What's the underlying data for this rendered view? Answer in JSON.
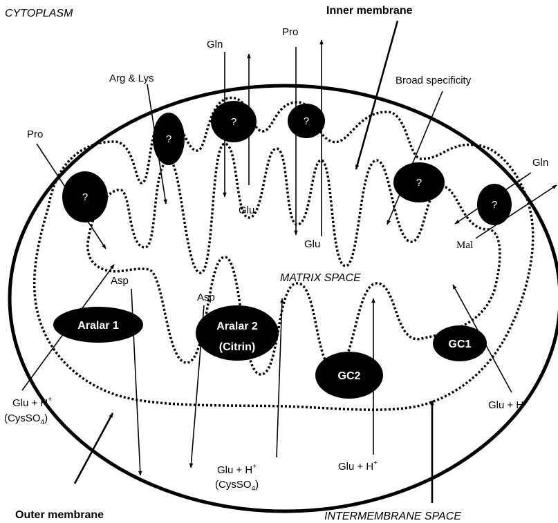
{
  "regions": {
    "cytoplasm": "CYTOPLASM",
    "matrix": "MATRIX SPACE",
    "intermembrane": "INTERMEMBRANE SPACE"
  },
  "membranes": {
    "inner": "Inner membrane",
    "outer": "Outer membrane"
  },
  "carriers": {
    "aralar1": "Aralar 1",
    "aralar2_line1": "Aralar 2",
    "aralar2_line2": "(Citrin)",
    "gc1": "GC1",
    "gc2": "GC2",
    "unknown": "?"
  },
  "substrates": {
    "pro_top": "Pro",
    "gln_top": "Gln",
    "arg_lys": "Arg & Lys",
    "pro_left": "Pro",
    "broad": "Broad specificity",
    "gln_right": "Gln",
    "glu_mid1": "Glu",
    "glu_mid2": "Glu",
    "mal": "Mal",
    "asp_left": "Asp",
    "asp_mid": "Asp",
    "glu_h_prefix": "Glu + H",
    "plus": "+",
    "cysso4_open": "(CysSO",
    "sub4": "4",
    "close_paren": ")"
  },
  "colors": {
    "ink": "#000000",
    "carrier_fill": "#000000",
    "carrier_text": "#ffffff",
    "background": "#ffffff"
  }
}
